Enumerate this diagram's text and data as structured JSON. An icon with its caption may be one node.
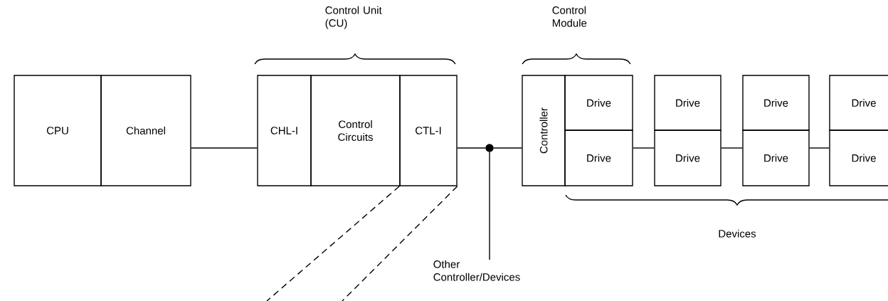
{
  "diagram": {
    "nodes": [
      {
        "text": [
          "CPU"
        ]
      },
      {
        "text": [
          "Channel"
        ]
      },
      {
        "text": [
          "CHL-I"
        ]
      },
      {
        "text": [
          "Control Circuits"
        ]
      },
      {
        "text": [
          "CTL-I"
        ]
      },
      {
        "text": [],
        "shape": "circle"
      },
      {
        "text": [
          "Controller"
        ]
      },
      {
        "text": [
          "Drive"
        ]
      },
      {
        "text": [
          "Drive"
        ]
      },
      {
        "text": [
          "Drive"
        ]
      },
      {
        "text": [
          "Drive"
        ]
      },
      {
        "text": [
          "Drive"
        ]
      },
      {
        "text": [
          "Drive"
        ]
      },
      {
        "text": [
          "Drive"
        ]
      },
      {
        "text": [
          "Drive"
        ]
      },
      {
        "text": [
          "Other Controller/Devices"
        ]
      }
    ],
    "edges": [
      {
        "from": 1,
        "to": 2,
        "arrow": "none"
      },
      {
        "from": 4,
        "to": 5,
        "arrow": "none"
      },
      {
        "from": 5,
        "to": 6,
        "arrow": "none"
      },
      {
        "from": 5,
        "to": 15,
        "arrow": "none"
      },
      {
        "from": 8,
        "to": 10,
        "arrow": "none"
      },
      {
        "from": 10,
        "to": 12,
        "arrow": "none"
      },
      {
        "from": 12,
        "to": 14,
        "arrow": "none"
      },
      {
        "from": 4,
        "to": null,
        "arrow": "none",
        "style": "dashed"
      },
      {
        "from": 4,
        "to": null,
        "arrow": "none",
        "style": "dashed"
      }
    ],
    "labels": [
      "Control Unit (CU)",
      "Control Module",
      "Devices"
    ]
  }
}
